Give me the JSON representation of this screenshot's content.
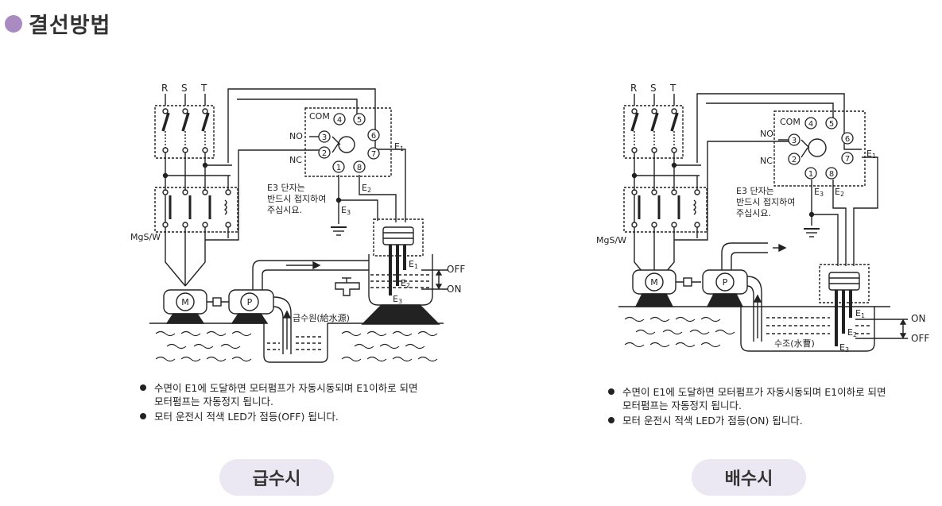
{
  "page": {
    "title": "결선방법"
  },
  "common": {
    "phases": [
      "R",
      "S",
      "T"
    ],
    "com": "COM",
    "no": "NO",
    "nc": "NC",
    "sockets": [
      "4",
      "5",
      "3",
      "6",
      "2",
      "7",
      "1",
      "8"
    ],
    "e1": "E",
    "e1_sub": "1",
    "e2": "E",
    "e2_sub": "2",
    "e3": "E",
    "e3_sub": "3",
    "ground_note": [
      "E3 단자는",
      "반드시 접지하여",
      "주십시요."
    ],
    "mgsw": "MgS/W",
    "motor": "M",
    "pump": "P"
  },
  "supply": {
    "off": "OFF",
    "on": "ON",
    "source": "급수원(給水源)",
    "notes": [
      "수면이 E1에 도달하면 모터펌프가 자동시동되며 E1이하로 되면",
      "모터펌프는 자동정지 됩니다.",
      "모터 운전시 적색 LED가 점등(OFF) 됩니다."
    ],
    "button": "급수시"
  },
  "drain": {
    "on": "ON",
    "off": "OFF",
    "tank": "수조(水曹)",
    "notes": [
      "수면이 E1에 도달하면 모터펌프가 자동시동되며 E1이하로 되면",
      "모터펌프는 자동정지 됩니다.",
      "모터 운전시 적색 LED가 점등(ON) 됩니다."
    ],
    "button": "배수시"
  }
}
